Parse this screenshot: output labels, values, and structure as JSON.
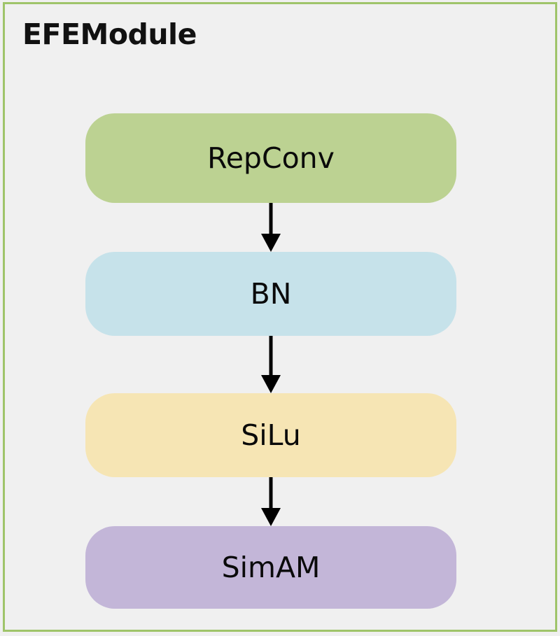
{
  "diagram": {
    "title": "EFEModule",
    "background_color": "#f0f0f0",
    "frame_color": "#9fc46a",
    "arrow_color": "#000000",
    "nodes": [
      {
        "id": "repconv",
        "label": "RepConv",
        "fill": "#bcd292"
      },
      {
        "id": "bn",
        "label": "BN",
        "fill": "#c6e2ea"
      },
      {
        "id": "silu",
        "label": "SiLu",
        "fill": "#f6e5b4"
      },
      {
        "id": "simam",
        "label": "SimAM",
        "fill": "#c3b6d8"
      }
    ],
    "edges": [
      {
        "from": "repconv",
        "to": "bn",
        "type": "arrow-down"
      },
      {
        "from": "bn",
        "to": "silu",
        "type": "arrow-down"
      },
      {
        "from": "silu",
        "to": "simam",
        "type": "arrow-down"
      }
    ]
  }
}
